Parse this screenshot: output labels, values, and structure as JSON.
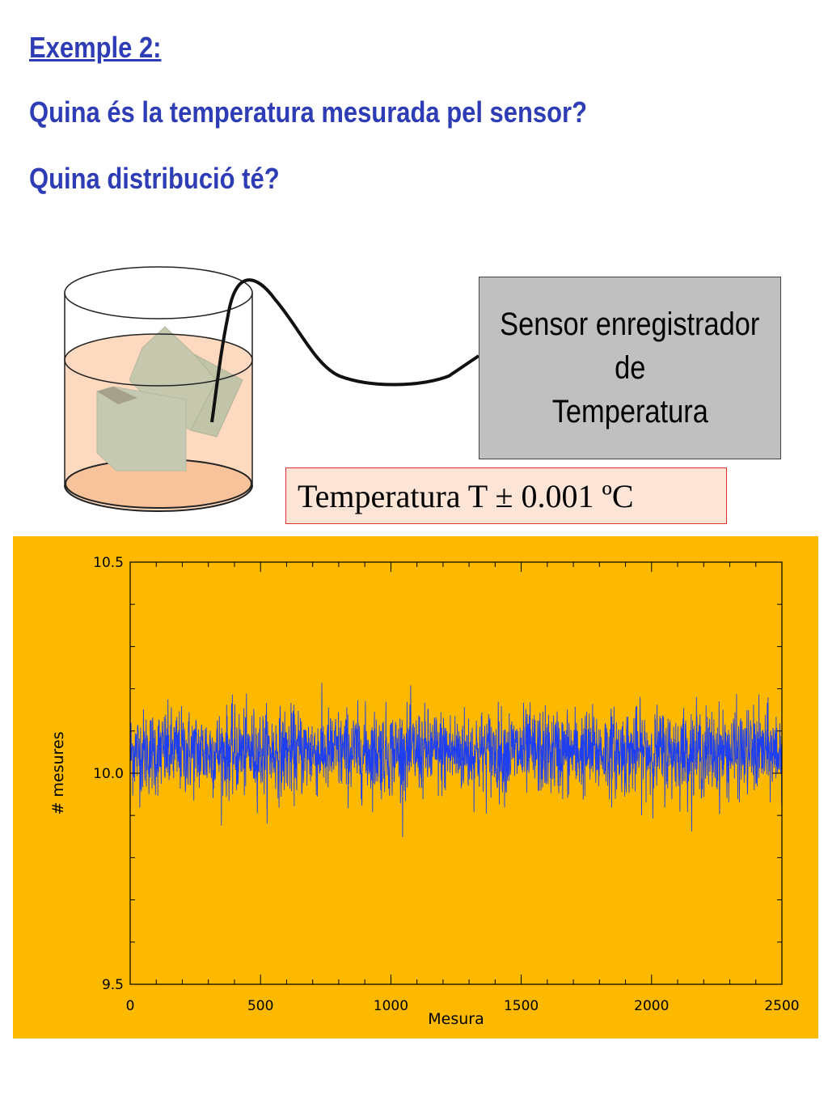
{
  "slide": {
    "title": "Exemple 2:",
    "question1": "Quina és la temperatura mesurada pel sensor?",
    "question2": "Quina distribució té?"
  },
  "sensor_box": {
    "line1": "Sensor enregistrador",
    "line2": "de",
    "line3": "Temperatura"
  },
  "temperature_label": "Temperatura T ± 0.001 ºC",
  "colors": {
    "heading": "#2e3db5",
    "chart_background": "#fcb900",
    "series": "#1e3ff0",
    "sensor_box": "#c0c0c0",
    "label_box": "#fce4d6",
    "label_border": "#e03030"
  },
  "chart_data": {
    "type": "line",
    "title": "",
    "xlabel": "Mesura",
    "ylabel": "# mesures",
    "xlim": [
      0,
      2500
    ],
    "ylim": [
      9.5,
      10.5
    ],
    "xticks": [
      0,
      500,
      1000,
      1500,
      2000,
      2500
    ],
    "yticks": [
      {
        "value": 9.5,
        "label": "9.5"
      },
      {
        "value": 10.0,
        "label": "10.0"
      },
      {
        "value": 10.5,
        "label": "10.5"
      }
    ],
    "grid": false,
    "legend": "none",
    "series": [
      {
        "n_points": 2500,
        "x_start": 0,
        "x_step": 1,
        "approx_mean": 10.05,
        "approx_std": 0.05,
        "approx_min": 9.75,
        "approx_max": 10.3
      }
    ]
  }
}
